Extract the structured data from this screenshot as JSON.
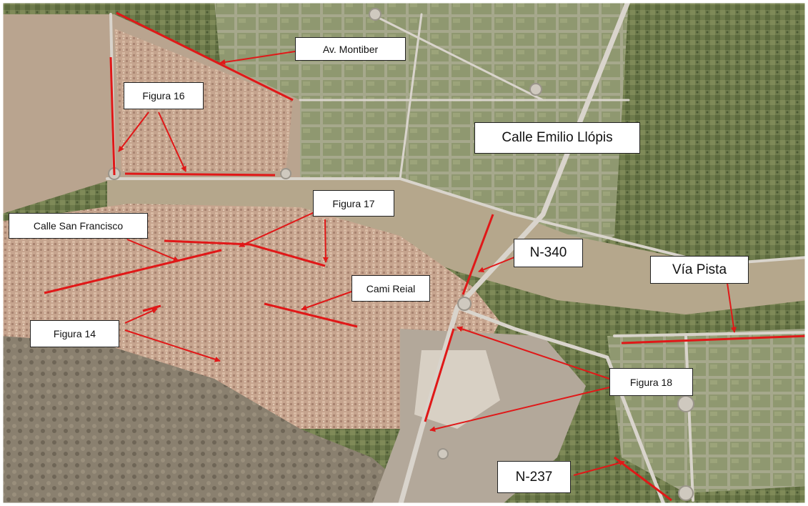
{
  "colors": {
    "arrow": "#e01818",
    "label_background": "#ffffff",
    "label_border": "#222222",
    "urban": "#c9a58e",
    "fields": "#6f7d4e",
    "riverbed": "#b7a98d",
    "hills": "#8c8170"
  },
  "labels": {
    "av_montiber": "Av. Montiber",
    "figura_16": "Figura 16",
    "calle_emilio_llopis": "Calle Emilio Llópis",
    "figura_17": "Figura 17",
    "calle_san_francisco": "Calle San Francisco",
    "n_340": "N-340",
    "via_pista": "Vía Pista",
    "cami_reial": "Cami Reial",
    "figura_14": "Figura 14",
    "figura_18": "Figura 18",
    "n_237": "N-237"
  }
}
